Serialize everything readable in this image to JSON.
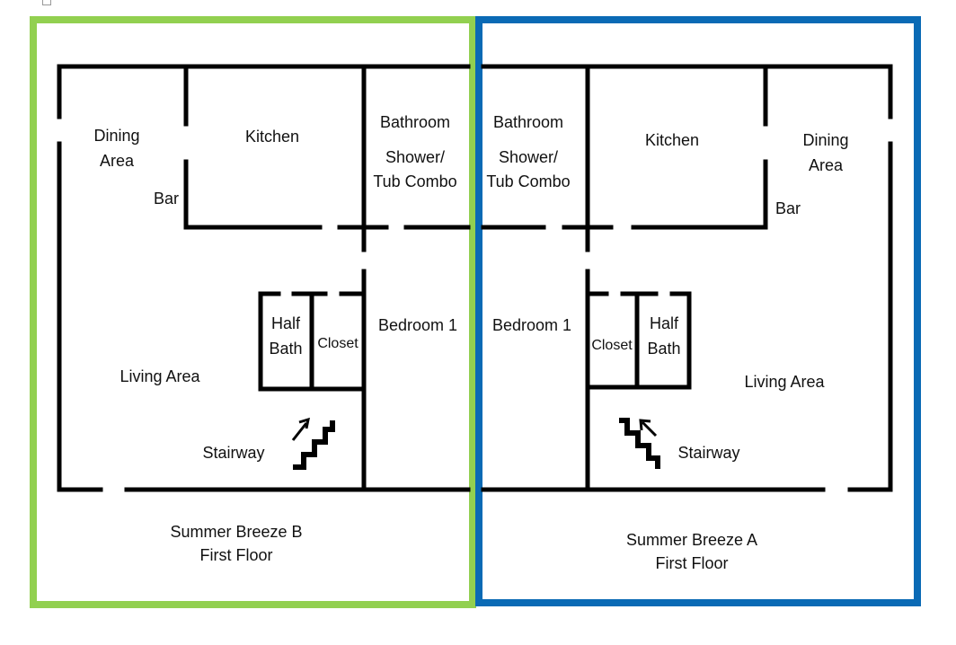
{
  "colors": {
    "unit_b_frame": "#92d050",
    "unit_a_frame": "#0a6ab5",
    "walls": "#000000"
  },
  "unit_b": {
    "rooms": {
      "dining": [
        "Dining",
        "Area"
      ],
      "kitchen": "Kitchen",
      "bar": "Bar",
      "bathroom": "Bathroom",
      "shower": [
        "Shower/",
        "Tub Combo"
      ],
      "half_bath": [
        "Half",
        "Bath"
      ],
      "closet": "Closet",
      "bedroom": "Bedroom 1",
      "living": "Living Area",
      "stairway": "Stairway"
    },
    "caption": [
      "Summer Breeze B",
      "First Floor"
    ]
  },
  "unit_a": {
    "rooms": {
      "dining": [
        "Dining",
        "Area"
      ],
      "kitchen": "Kitchen",
      "bar": "Bar",
      "bathroom": "Bathroom",
      "shower": [
        "Shower/",
        "Tub Combo"
      ],
      "half_bath": [
        "Half",
        "Bath"
      ],
      "closet": "Closet",
      "bedroom": "Bedroom 1",
      "living": "Living Area",
      "stairway": "Stairway"
    },
    "caption": [
      "Summer Breeze A",
      "First Floor"
    ]
  },
  "icons": [
    "stairs-up-icon-b",
    "stairs-up-icon-a"
  ]
}
